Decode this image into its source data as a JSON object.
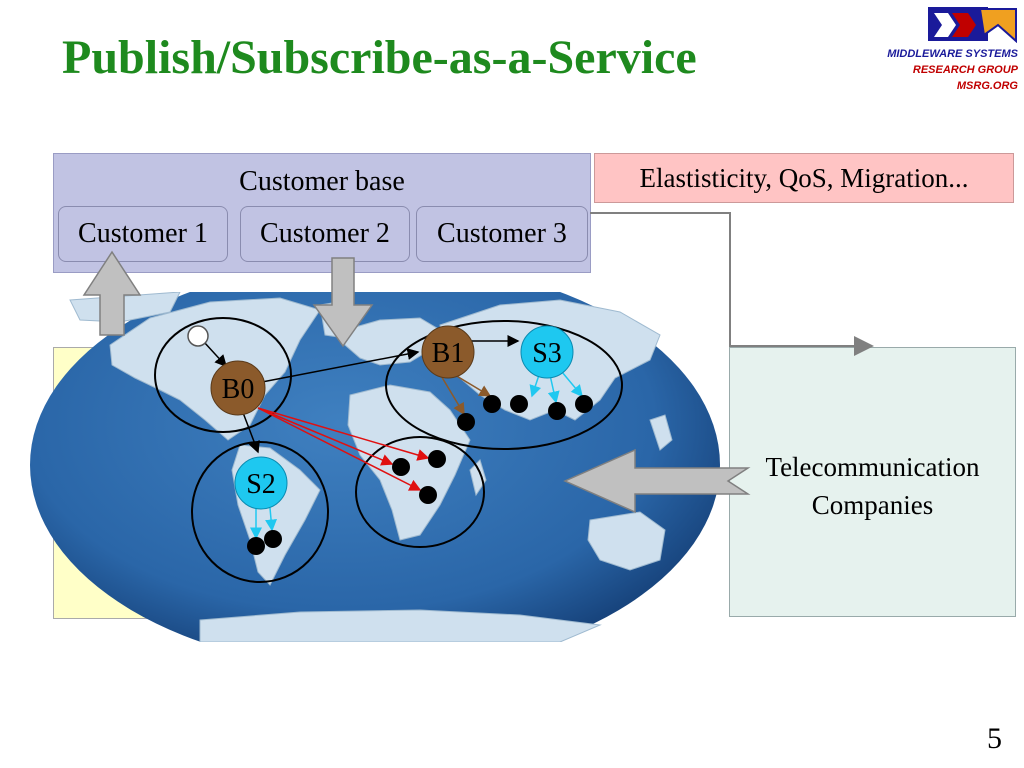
{
  "slide": {
    "title": "Publish/Subscribe-as-a-Service",
    "page_number": "5"
  },
  "logo": {
    "lines": [
      "MIDDLEWARE SYSTEMS",
      "RESEARCH GROUP",
      "MSRG.ORG"
    ],
    "colors": {
      "blue": "#1a1a9a",
      "red": "#c00000",
      "orange": "#f0a020"
    }
  },
  "customer_base": {
    "label": "Customer base",
    "customers": [
      "Customer 1",
      "Customer 2",
      "Customer 3"
    ]
  },
  "features_box": {
    "label": "Elastisticity, QoS, Migration..."
  },
  "telecom_box": {
    "label_lines": [
      "Telecommunication",
      "Companies"
    ]
  },
  "map": {
    "nodes": [
      {
        "id": "B0",
        "label": "B0",
        "kind": "broker",
        "color": "#8b5a2b"
      },
      {
        "id": "B1",
        "label": "B1",
        "kind": "broker",
        "color": "#8b5a2b"
      },
      {
        "id": "S2",
        "label": "S2",
        "kind": "subscriber-hub",
        "color": "#1ec8f0"
      },
      {
        "id": "S3",
        "label": "S3",
        "kind": "subscriber-hub",
        "color": "#1ec8f0"
      }
    ],
    "colors": {
      "ocean": "#2a66a8",
      "land": "#cfe0ee",
      "link": "#000000",
      "red_link": "#e01010",
      "cyan_link": "#20c8f0",
      "brown_link": "#8b5a2b"
    }
  }
}
